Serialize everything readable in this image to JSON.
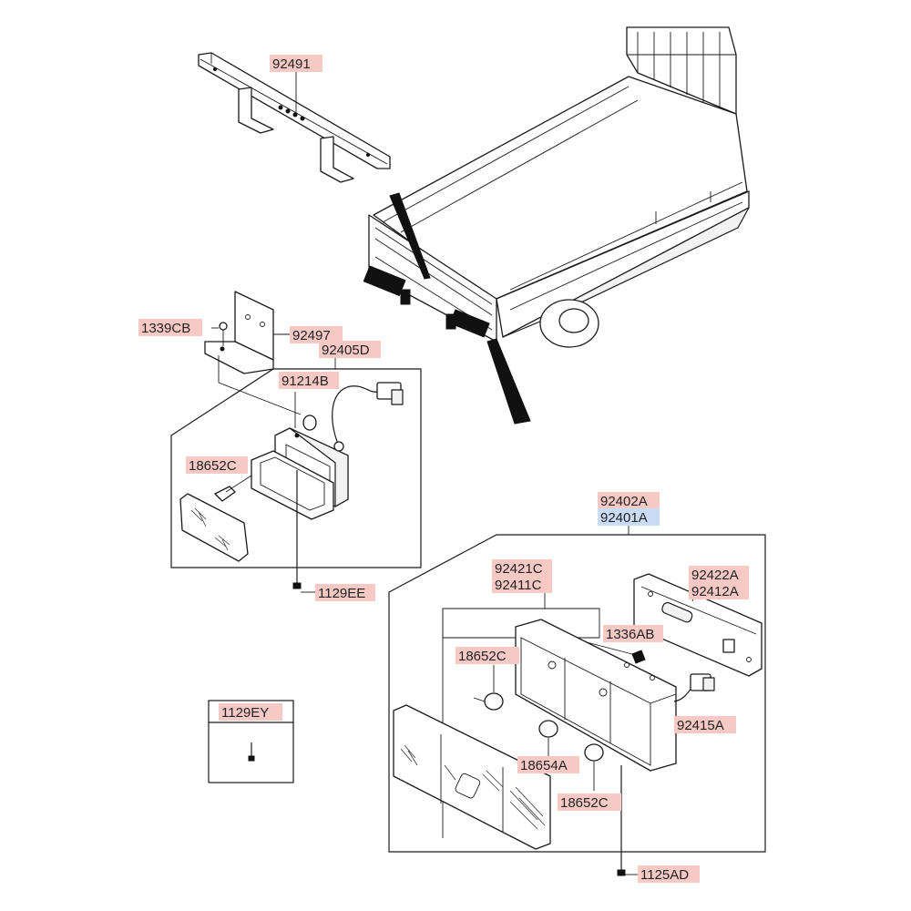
{
  "labels": {
    "p92491": "92491",
    "p1339CB": "1339CB",
    "p92497": "92497",
    "p92405D": "92405D",
    "p91214B": "91214B",
    "p18652C_left": "18652C",
    "p1129EE": "1129EE",
    "p1129EY": "1129EY",
    "p92402A": "92402A",
    "p92401A": "92401A",
    "p92421C": "92421C",
    "p92411C": "92411C",
    "p92422A": "92422A",
    "p92412A": "92412A",
    "p1336AB": "1336AB",
    "p18652C_upper": "18652C",
    "p92415A": "92415A",
    "p18654A": "18654A",
    "p18652C_lower": "18652C",
    "p1125AD": "1125AD"
  },
  "colors": {
    "label_bg": "#f6c9c4",
    "label_bg_highlight": "#c8dcf5",
    "line": "#1a1a1a"
  }
}
